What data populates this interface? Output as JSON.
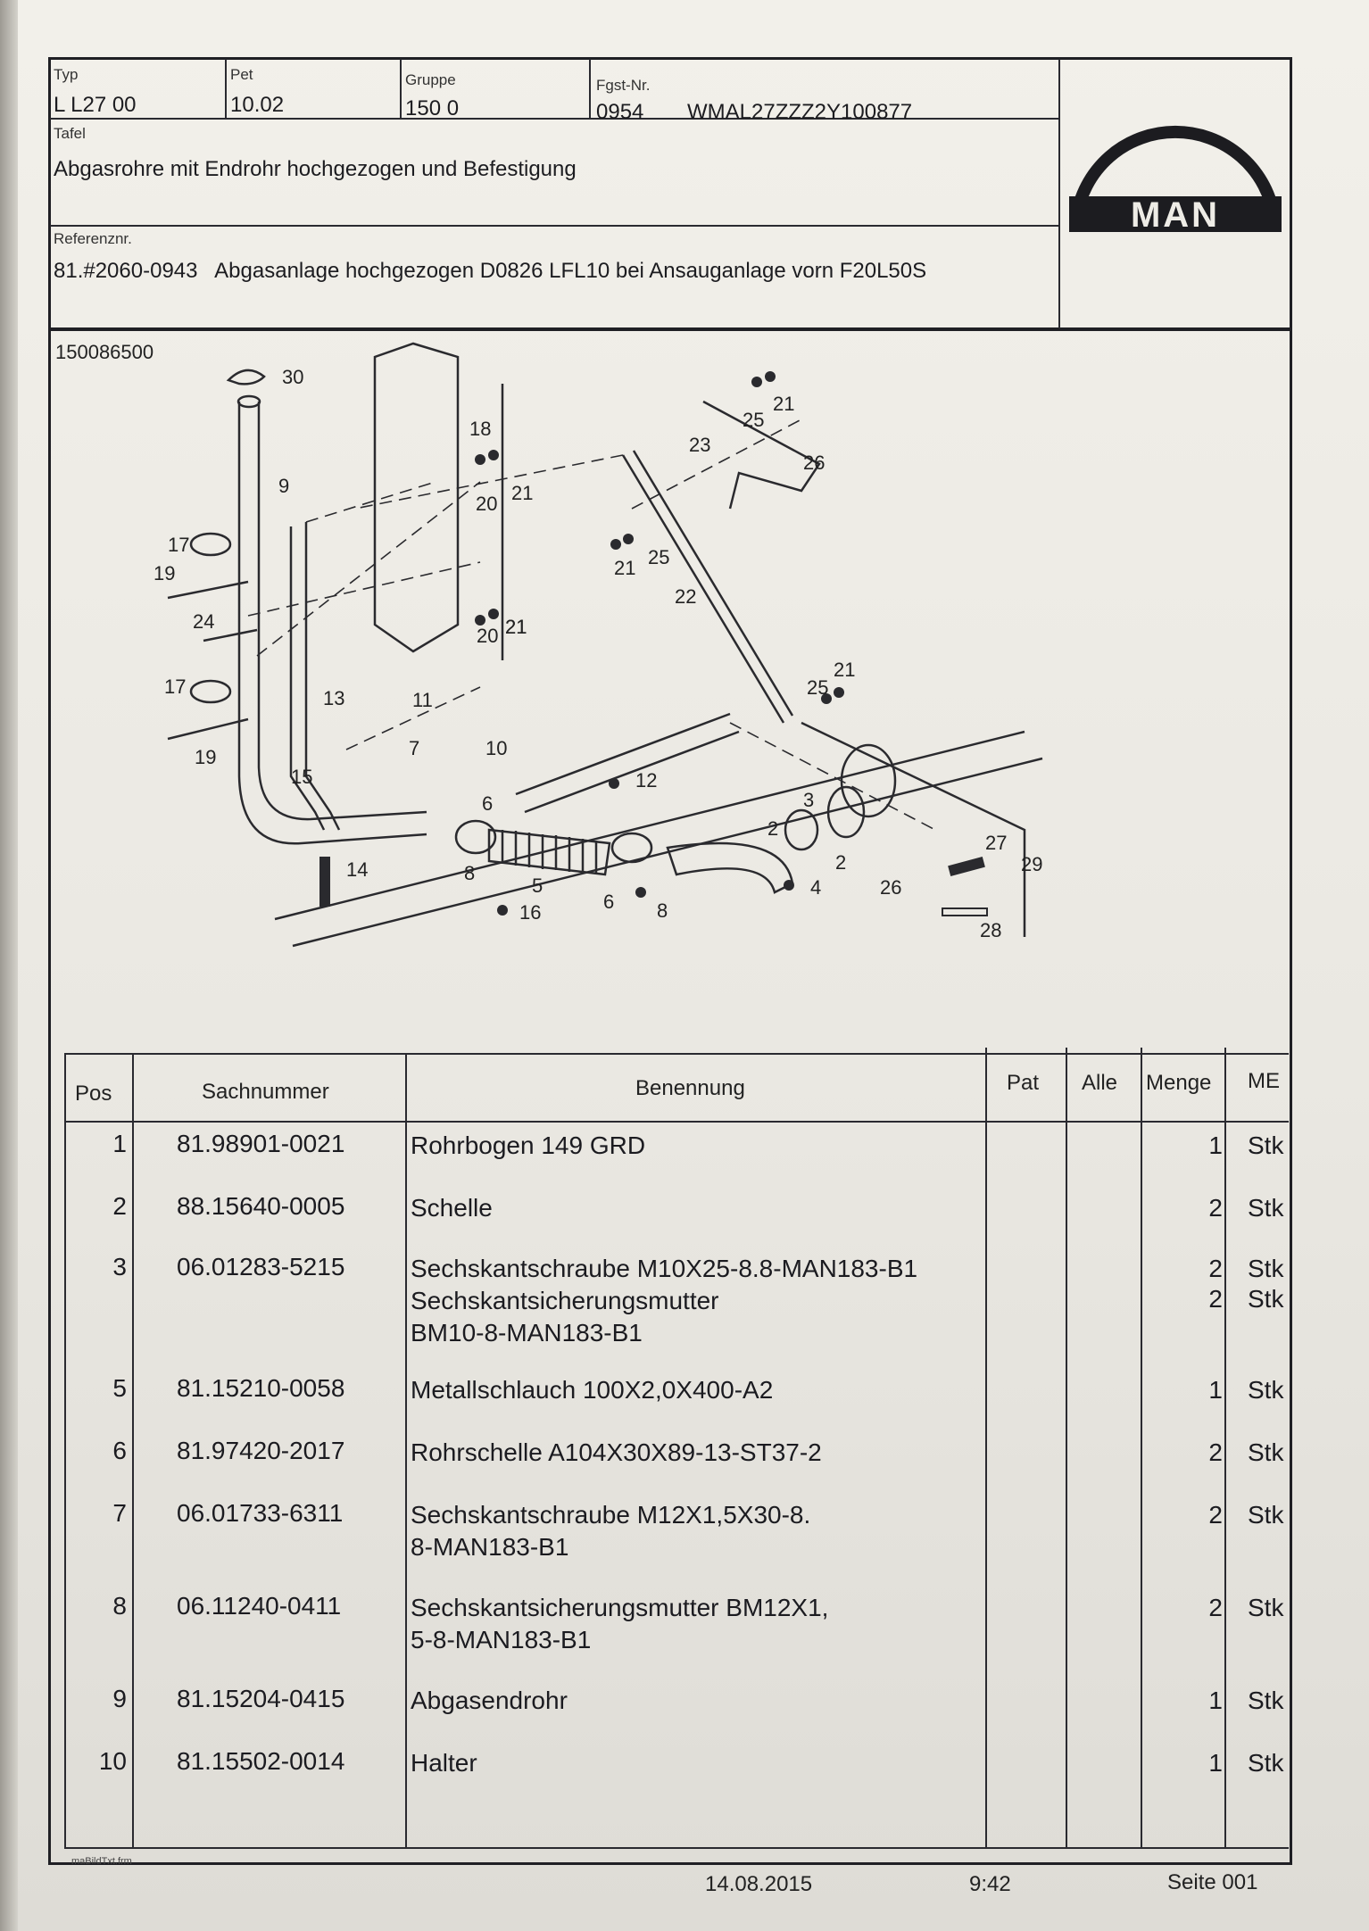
{
  "header": {
    "typ_label": "Typ",
    "typ_value": "L L27 00",
    "pet_label": "Pet",
    "pet_value": "10.02",
    "gruppe_label": "Gruppe",
    "gruppe_value": "150 0",
    "fgst_label": "Fgst-Nr.",
    "fgst_value": "0954",
    "vin": "WMAL27ZZZ2Y100877",
    "tafel_label": "Tafel",
    "tafel_value": "Abgasrohre mit Endrohr hochgezogen und Befestigung",
    "ref_label": "Referenznr.",
    "ref_value": "81.#2060-0943   Abgasanlage hochgezogen D0826 LFL10 bei Ansauganlage vorn F20L50S",
    "logo_text": "MAN"
  },
  "diagram": {
    "drawing_number": "150086500",
    "callouts": [
      "30",
      "18",
      "9",
      "21",
      "20",
      "21",
      "17",
      "19",
      "24",
      "20",
      "21",
      "17",
      "13",
      "19",
      "15",
      "11",
      "7",
      "10",
      "14",
      "8",
      "16",
      "6",
      "5",
      "12",
      "25",
      "21",
      "23",
      "26",
      "21",
      "25",
      "22",
      "21",
      "25",
      "3",
      "2",
      "2",
      "4",
      "6",
      "8",
      "27",
      "29",
      "26",
      "28"
    ]
  },
  "table": {
    "headers": {
      "pos": "Pos",
      "sachnummer": "Sachnummer",
      "benennung": "Benennung",
      "pat": "Pat",
      "alle": "Alle",
      "menge": "Menge",
      "me": "ME"
    },
    "rows": [
      {
        "pos": "1",
        "sachnummer": "81.98901-0021",
        "benennung": [
          "Rohrbogen 149 GRD"
        ],
        "menge": [
          "1"
        ],
        "me": [
          "Stk"
        ]
      },
      {
        "pos": "2",
        "sachnummer": "88.15640-0005",
        "benennung": [
          "Schelle"
        ],
        "menge": [
          "2"
        ],
        "me": [
          "Stk"
        ]
      },
      {
        "pos": "3",
        "sachnummer": "06.01283-5215",
        "benennung": [
          "Sechskantschraube M10X25-8.8-MAN183-B1",
          "Sechskantsicherungsmutter",
          "BM10-8-MAN183-B1"
        ],
        "menge": [
          "2",
          "2"
        ],
        "me": [
          "Stk",
          "Stk"
        ]
      },
      {
        "pos": "5",
        "sachnummer": "81.15210-0058",
        "benennung": [
          "Metallschlauch 100X2,0X400-A2"
        ],
        "menge": [
          "1"
        ],
        "me": [
          "Stk"
        ]
      },
      {
        "pos": "6",
        "sachnummer": "81.97420-2017",
        "benennung": [
          "Rohrschelle A104X30X89-13-ST37-2"
        ],
        "menge": [
          "2"
        ],
        "me": [
          "Stk"
        ]
      },
      {
        "pos": "7",
        "sachnummer": "06.01733-6311",
        "benennung": [
          "Sechskantschraube M12X1,5X30-8.",
          "8-MAN183-B1"
        ],
        "menge": [
          "2"
        ],
        "me": [
          "Stk"
        ]
      },
      {
        "pos": "8",
        "sachnummer": "06.11240-0411",
        "benennung": [
          "Sechskantsicherungsmutter BM12X1,",
          "5-8-MAN183-B1"
        ],
        "menge": [
          "2"
        ],
        "me": [
          "Stk"
        ]
      },
      {
        "pos": "9",
        "sachnummer": "81.15204-0415",
        "benennung": [
          "Abgasendrohr"
        ],
        "menge": [
          "1"
        ],
        "me": [
          "Stk"
        ]
      },
      {
        "pos": "10",
        "sachnummer": "81.15502-0014",
        "benennung": [
          "Halter"
        ],
        "menge": [
          "1"
        ],
        "me": [
          "Stk"
        ]
      }
    ]
  },
  "footer": {
    "date": "14.08.2015",
    "time": "9:42",
    "page": "Seite 001",
    "form_code": "maBildTxt.frm"
  }
}
